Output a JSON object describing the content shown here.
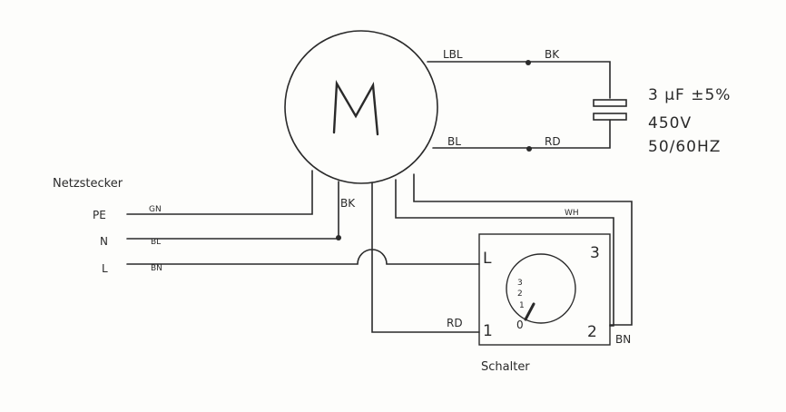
{
  "motor": {
    "symbol": "M"
  },
  "wires": {
    "motor_top": "LBL",
    "motor_bottom": "BL",
    "cap_top": "BK",
    "cap_bottom": "RD",
    "pe": "GN",
    "n": "BL",
    "l": "BN",
    "motor_bk": "BK",
    "switch_wh": "WH",
    "switch_rd": "RD",
    "switch_bn": "BN"
  },
  "capacitor": {
    "line1": "3 μF ±5%",
    "line2": "450V",
    "line3": "50/60HZ"
  },
  "plug": {
    "title": "Netzstecker",
    "pins": [
      "PE",
      "N",
      "L"
    ]
  },
  "switch": {
    "title": "Schalter",
    "terminal_l": "L",
    "terminal_1": "1",
    "terminal_2": "2",
    "terminal_3": "3",
    "dial": [
      "3",
      "2",
      "1",
      "0"
    ]
  }
}
